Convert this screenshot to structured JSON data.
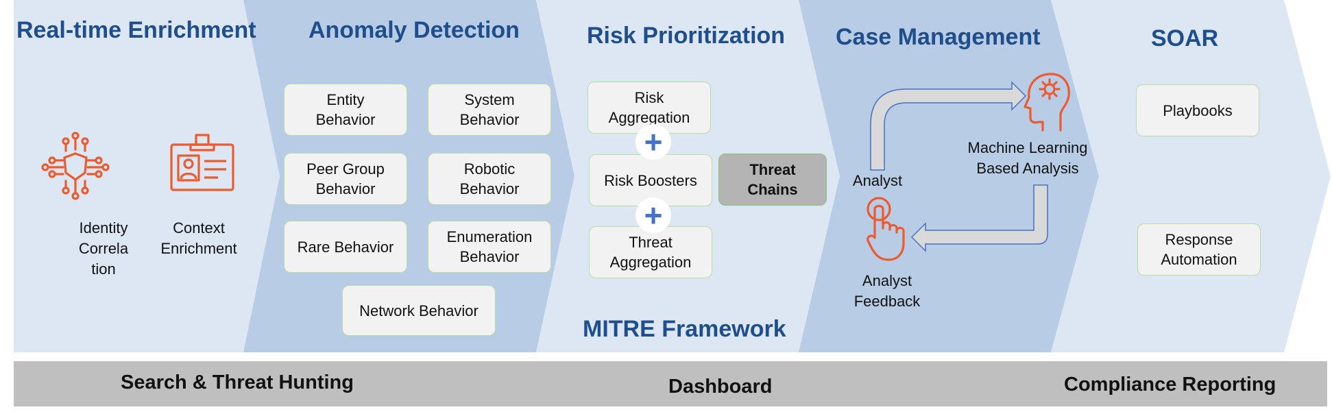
{
  "colors": {
    "stage_light": "#dde7f4",
    "stage_dark": "#b8cce5",
    "title_blue": "#1f4e8c",
    "icon_orange": "#ec5a2d",
    "plus_blue": "#4472c4",
    "bottom_bar": "#bfbfbf"
  },
  "stages": [
    {
      "title": "Real-time Enrichment"
    },
    {
      "title": "Anomaly Detection"
    },
    {
      "title": "Risk Prioritization"
    },
    {
      "title": "Case Management"
    },
    {
      "title": "SOAR"
    }
  ],
  "enrichment": {
    "identity_label": [
      "Identity",
      "Correla",
      "tion"
    ],
    "context_label": [
      "Context",
      "Enrichment"
    ],
    "icons": [
      "circuit-shield-icon",
      "id-badge-icon"
    ]
  },
  "anomaly": {
    "boxes": [
      [
        "Entity",
        "Behavior"
      ],
      [
        "System",
        "Behavior"
      ],
      [
        "Peer Group",
        "Behavior"
      ],
      [
        "Robotic",
        "Behavior"
      ],
      [
        "Rare Behavior"
      ],
      [
        "Enumeration",
        "Behavior"
      ],
      [
        "Network Behavior"
      ]
    ]
  },
  "risk": {
    "boxes": [
      [
        "Risk",
        "Aggregation"
      ],
      [
        "Risk Boosters"
      ],
      [
        "Threat",
        "Aggregation"
      ]
    ],
    "threat_chains": [
      "Threat",
      "Chains"
    ],
    "framework": "MITRE Framework",
    "plus_symbol": "+"
  },
  "case": {
    "analyst": "Analyst",
    "ml_label": [
      "Machine Learning",
      "Based Analysis"
    ],
    "feedback_label": [
      "Analyst",
      "Feedback"
    ],
    "icons": [
      "head-gear-icon",
      "hand-pointer-icon"
    ]
  },
  "soar": {
    "playbooks": "Playbooks",
    "response": [
      "Response",
      "Automation"
    ]
  },
  "bottom": {
    "search": "Search & Threat Hunting",
    "dashboard": "Dashboard",
    "compliance": "Compliance Reporting"
  }
}
